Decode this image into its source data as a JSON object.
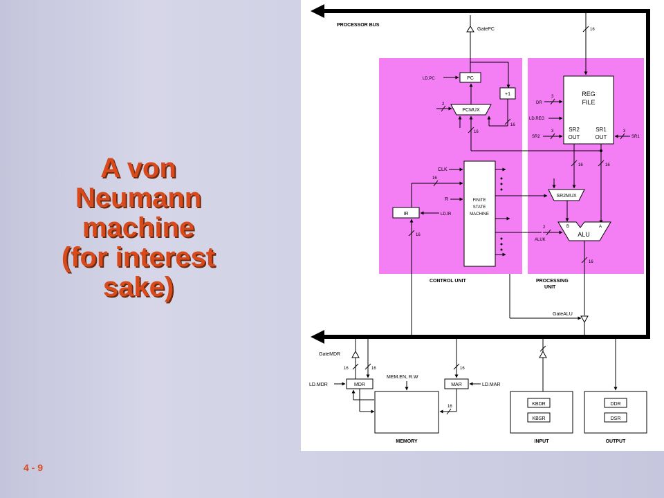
{
  "slide": {
    "title_lines": [
      "A von",
      "Neumann",
      "machine",
      "(for interest",
      "sake)"
    ],
    "page_number": "4 - 9"
  },
  "diagram": {
    "labels": {
      "processor_bus": "PROCESSOR BUS",
      "gate_pc": "GatePC",
      "bus_width_top": "16",
      "ld_pc": "LD.PC",
      "pc": "PC",
      "plus_one": "+1",
      "pcmux": "PCMUX",
      "pcmux_sel": "2",
      "pcmux_in": "16",
      "pcmux_out": "16",
      "reg_file_1": "REG",
      "reg_file_2": "FILE",
      "dr": "DR",
      "dr_width": "3",
      "ld_reg": "LD.REG",
      "sr2": "SR2",
      "sr2_width": "3",
      "sr1": "SR1",
      "sr1_width": "3",
      "sr2_out_1": "SR2",
      "sr2_out_2": "OUT",
      "sr1_out_1": "SR1",
      "sr1_out_2": "OUT",
      "sr2out_width": "16",
      "sr1out_width": "16",
      "clk": "CLK",
      "r": "R",
      "ir_width": "16",
      "ir": "IR",
      "ld_ir": "LD.IR",
      "ir_out": "16",
      "fsm_1": "FINITE",
      "fsm_2": "STATE",
      "fsm_3": "MACHINE",
      "sr2mux": "SR2MUX",
      "aluk_width": "2",
      "aluk": "ALUK",
      "alu": "ALU",
      "alu_b": "B",
      "alu_a": "A",
      "alu_out": "16",
      "control_unit": "CONTROL UNIT",
      "processing_unit_1": "PROCESSING",
      "processing_unit_2": "UNIT",
      "gate_alu": "GateALU",
      "gate_mdr": "GateMDR",
      "mdr_w1": "16",
      "mdr_w2": "16",
      "ld_mdr": "LD.MDR",
      "mdr": "MDR",
      "mem_en": "MEM.EN, R.W",
      "mar_w": "16",
      "mar": "MAR",
      "ld_mar": "LD.MAR",
      "mem_addr_w": "16",
      "memory": "MEMORY",
      "kbdr": "KBDR",
      "kbsr": "KBSR",
      "input": "INPUT",
      "ddr": "DDR",
      "dsr": "DSR",
      "output": "OUTPUT"
    },
    "colors": {
      "unit_fill": "#f47ef4",
      "line": "#000000",
      "title": "#d84a1b"
    }
  }
}
